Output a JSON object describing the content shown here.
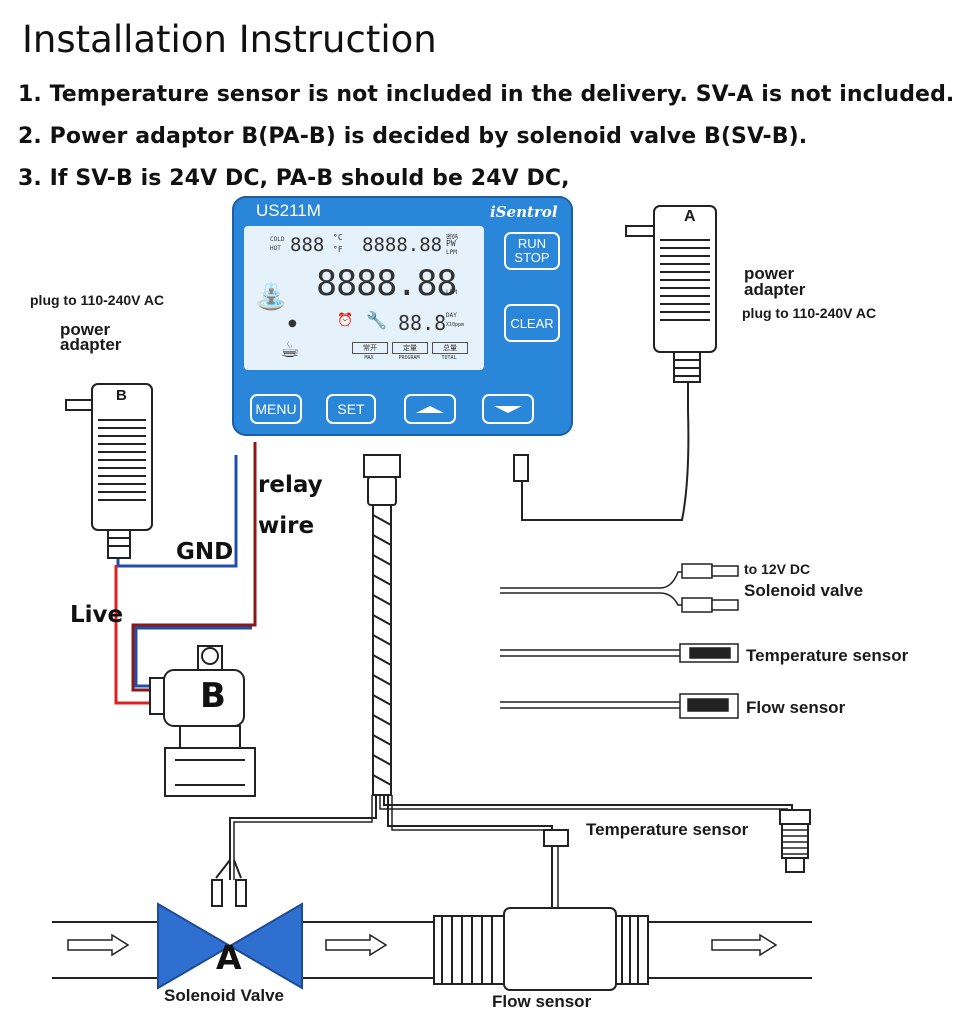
{
  "title": "Installation Instruction",
  "notes": [
    "1. Temperature sensor is not included in the delivery. SV-A is not included.",
    "2. Power adaptor B(PA-B) is decided by solenoid valve B(SV-B).",
    "3. If SV-B is 24V DC, PA-B should be 24V DC,"
  ],
  "controller": {
    "model": "US211M",
    "brand": "iSentrol",
    "lcd": {
      "cold": "COLD",
      "hot": "HOT",
      "temp_digits": "888",
      "deg_c": "°C",
      "deg_f": "°F",
      "top_digits": "8888.88",
      "pw": "PW",
      "top_cn": "密码",
      "lpm": "LPM",
      "main_digits": "8888.88",
      "main_unit": "LPM",
      "day_digits": "88.8",
      "day": "DAY",
      "x10ppm": "X10ppm",
      "badge_max_cn": "常开",
      "badge_max": "MAX",
      "badge_program_cn": "定量",
      "badge_program": "PROGRAM",
      "badge_total_cn": "总量",
      "badge_total": "TOTAL"
    },
    "keys": {
      "run": "RUN",
      "stop": "STOP",
      "clear": "CLEAR",
      "menu": "MENU",
      "set": "SET"
    }
  },
  "adapter_a": {
    "letter": "A",
    "label_line1": "power",
    "label_line2": "adapter",
    "plug": "plug to 110-240V AC"
  },
  "adapter_b": {
    "letter": "B",
    "label_line1": "power",
    "label_line2": "adapter",
    "plug": "plug to 110-240V AC"
  },
  "wiring": {
    "relay": "relay",
    "wire": "wire",
    "gnd": "GND",
    "live": "Live"
  },
  "valve_b_letter": "B",
  "connectors": {
    "solenoid_top": "to 12V DC",
    "solenoid_bottom": "Solenoid valve",
    "temperature": "Temperature sensor",
    "flow": "Flow sensor"
  },
  "bottom": {
    "temperature_sensor": "Temperature  sensor",
    "valve_a_letter": "A",
    "solenoid_valve": "Solenoid Valve",
    "flow_sensor": "Flow  sensor"
  },
  "colors": {
    "device_blue": "#2a86d8",
    "gnd_wire": "#1f4fa8",
    "live_wire": "#e02020",
    "relay_wire": "#8a1a1a",
    "valve_a": "#2f6fd0"
  }
}
